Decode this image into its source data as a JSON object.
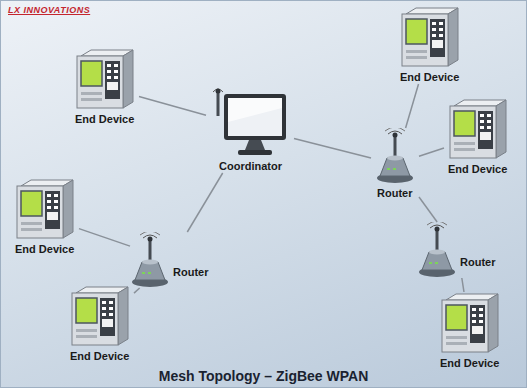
{
  "diagram": {
    "title": "Mesh Topology – ZigBee WPAN",
    "nodes": [
      {
        "text": [
          "End Device"
        ]
      },
      {
        "text": [
          "End Device"
        ]
      },
      {
        "text": [
          "Coordinator"
        ]
      },
      {
        "text": [
          "End Device"
        ]
      },
      {
        "text": [
          "Router"
        ]
      },
      {
        "text": [
          "End Device"
        ]
      },
      {
        "text": [
          "Router"
        ]
      },
      {
        "text": [
          "Router"
        ]
      },
      {
        "text": [
          "End Device"
        ]
      },
      {
        "text": [
          "End Device"
        ]
      }
    ],
    "edges": [
      {
        "from": 2,
        "to": 0,
        "arrow": "none"
      },
      {
        "from": 2,
        "to": 6,
        "arrow": "none"
      },
      {
        "from": 2,
        "to": 4,
        "arrow": "none"
      },
      {
        "from": 4,
        "to": 1,
        "arrow": "none"
      },
      {
        "from": 4,
        "to": 3,
        "arrow": "none"
      },
      {
        "from": 4,
        "to": 7,
        "arrow": "none"
      },
      {
        "from": 7,
        "to": 9,
        "arrow": "none"
      },
      {
        "from": 6,
        "to": 5,
        "arrow": "none"
      },
      {
        "from": 6,
        "to": 8,
        "arrow": "none"
      }
    ],
    "labels": [
      "LX INNOVATIONS"
    ]
  }
}
